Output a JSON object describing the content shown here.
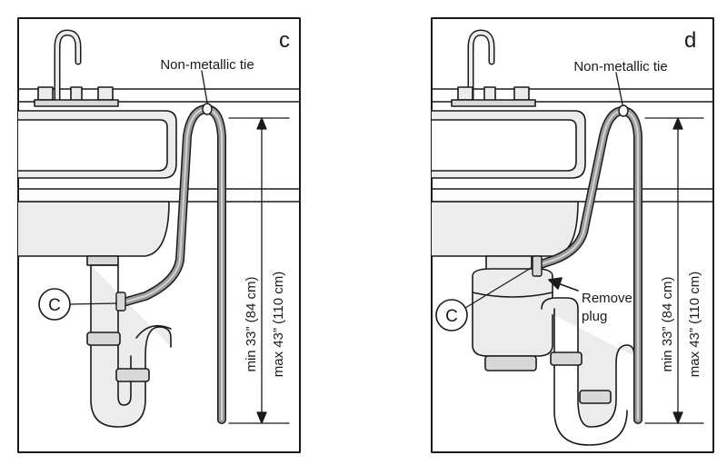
{
  "panel_c": {
    "letter": "c",
    "tie_label": "Non-metallic tie",
    "callout": "C",
    "dim_min": "min 33” (84 cm)",
    "dim_max": "max 43” (110 cm)"
  },
  "panel_d": {
    "letter": "d",
    "tie_label": "Non-metallic tie",
    "callout": "C",
    "remove_line1": "Remove",
    "remove_line2": "plug",
    "dim_min": "min 33” (84 cm)",
    "dim_max": "max 43” (110 cm)"
  },
  "colors": {
    "line": "#1a1a1a",
    "hose": "#9a9a9a",
    "hose_inner": "#d4d4d4",
    "fill": "#ececec",
    "fill_dark": "#d8d8d8"
  }
}
